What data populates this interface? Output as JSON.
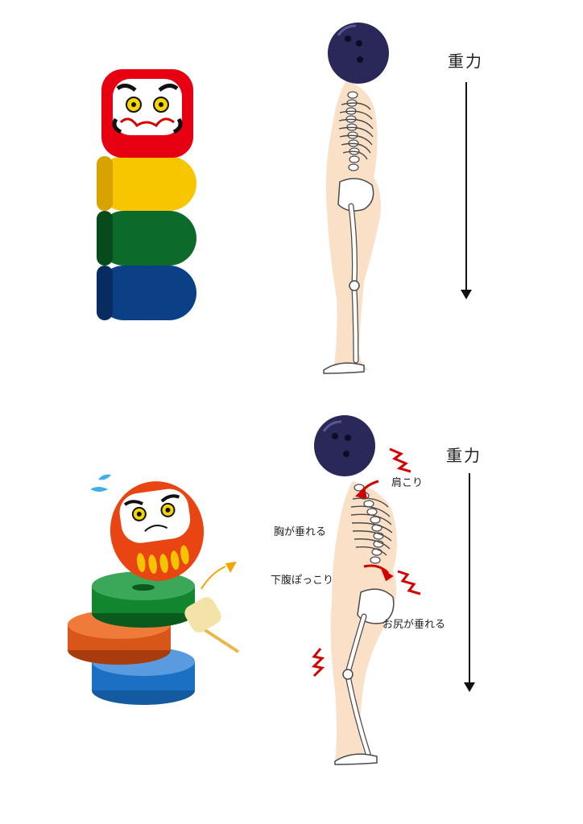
{
  "top": {
    "gravity_label": "重力",
    "block_colors": [
      "#f7c600",
      "#0c6a2a",
      "#0b3f86"
    ],
    "daruma_color": "#e60012"
  },
  "bottom": {
    "gravity_label": "重力",
    "annotations": {
      "shoulder": "肩こり",
      "chest": "胸が垂れる",
      "belly": "下腹ぽっこり",
      "buttocks": "お尻が垂れる"
    },
    "disk_colors": [
      "#11862e",
      "#d9561a",
      "#1c70c4"
    ],
    "pain_color": "#d40000"
  },
  "colors": {
    "skin": "#fbe0c8",
    "bone": "#ffffff",
    "bone_outline": "#4a4a4a",
    "bowling_ball": "#2a2858",
    "arrow": "#111111"
  }
}
